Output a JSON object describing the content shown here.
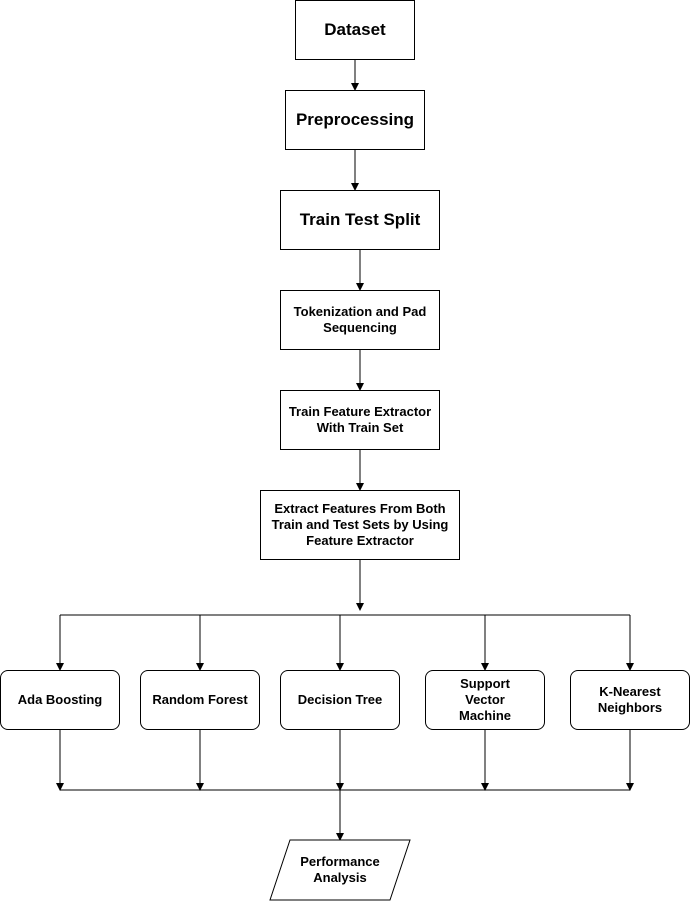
{
  "nodes": {
    "dataset": "Dataset",
    "preprocessing": "Preprocessing",
    "train_test_split": "Train Test Split",
    "tokenization": "Tokenization and Pad Sequencing",
    "train_feature_extractor": "Train Feature Extractor With Train Set",
    "extract_features": "Extract Features From Both Train and Test Sets by Using Feature Extractor",
    "classifiers": [
      "Ada Boosting",
      "Random Forest",
      "Decision Tree",
      "Support Vector Machine",
      "K-Nearest Neighbors"
    ],
    "performance_analysis": "Performance Analysis"
  },
  "colors": {
    "stroke": "#000000",
    "fill": "#ffffff"
  }
}
